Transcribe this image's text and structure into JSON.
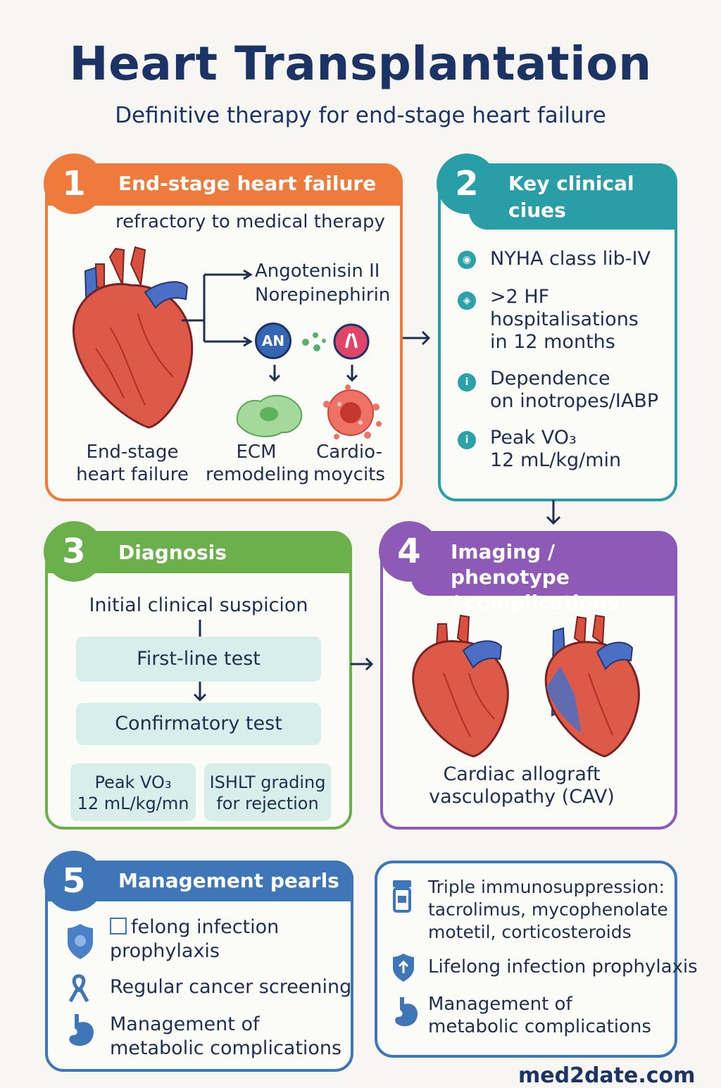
{
  "header": {
    "title": "Heart Transplantation",
    "subtitle": "Definitive therapy for end-stage heart failure"
  },
  "colors": {
    "panel1": "#ee7a3c",
    "panel2": "#2a9ea6",
    "panel3": "#6cb04c",
    "panel4": "#8e5ab8",
    "panel5": "#3e76b8",
    "title": "#1c3366"
  },
  "panel1": {
    "number": "1",
    "title": "End-stage heart failure",
    "subtitle": "refractory to medical therapy",
    "mediators": [
      "Angotenisin II",
      "Norepinephirin"
    ],
    "an_badge": "AN",
    "labels": {
      "heart": [
        "End-stage",
        "heart failure"
      ],
      "ecm": [
        "ECM",
        "remodeling"
      ],
      "cardio": [
        "Cardio-",
        "moycits"
      ]
    }
  },
  "panel2": {
    "number": "2",
    "title": [
      "Key clinical",
      "ciues"
    ],
    "clues": [
      {
        "lines": [
          "NYHA class lib-IV"
        ]
      },
      {
        "lines": [
          ">2 HF",
          "hospitalisations",
          "in 12 months"
        ]
      },
      {
        "lines": [
          "Dependence",
          "on inotropes/IABP"
        ]
      },
      {
        "lines": [
          "Peak VO₃",
          "12 mL/kg/min"
        ]
      }
    ]
  },
  "panel3": {
    "number": "3",
    "title": "Diagnosis",
    "initial": "Initial clinical suspicion",
    "first_line": "First-line test",
    "confirmatory": "Confirmatory test",
    "box_left": [
      "Peak VO₃",
      "12 mL/kg/mn"
    ],
    "box_right": [
      "ISHLT grading",
      "for rejection"
    ]
  },
  "panel4": {
    "number": "4",
    "title": [
      "Imaging / phenotype",
      "/ complications"
    ],
    "caption": [
      "Cardiac allograft",
      "vasculopathy (CAV)"
    ]
  },
  "panel5": {
    "number": "5",
    "title": "Management pearls",
    "items": [
      {
        "lines": [
          "felong infection",
          "prophylaxis"
        ]
      },
      {
        "lines": [
          "Regular cancer screening"
        ]
      },
      {
        "lines": [
          "Management of",
          "metabolic complications"
        ]
      }
    ]
  },
  "panel6": {
    "items": [
      {
        "lines": [
          "Triple immunosuppression:",
          "tacrolimus, mycophenolate",
          "motetil, corticosteroids"
        ]
      },
      {
        "lines": [
          "Lifelong infection prophylaxis"
        ]
      },
      {
        "lines": [
          "Management of",
          "metabolic complications"
        ]
      }
    ]
  },
  "footer": {
    "brand": "med2date.com"
  }
}
